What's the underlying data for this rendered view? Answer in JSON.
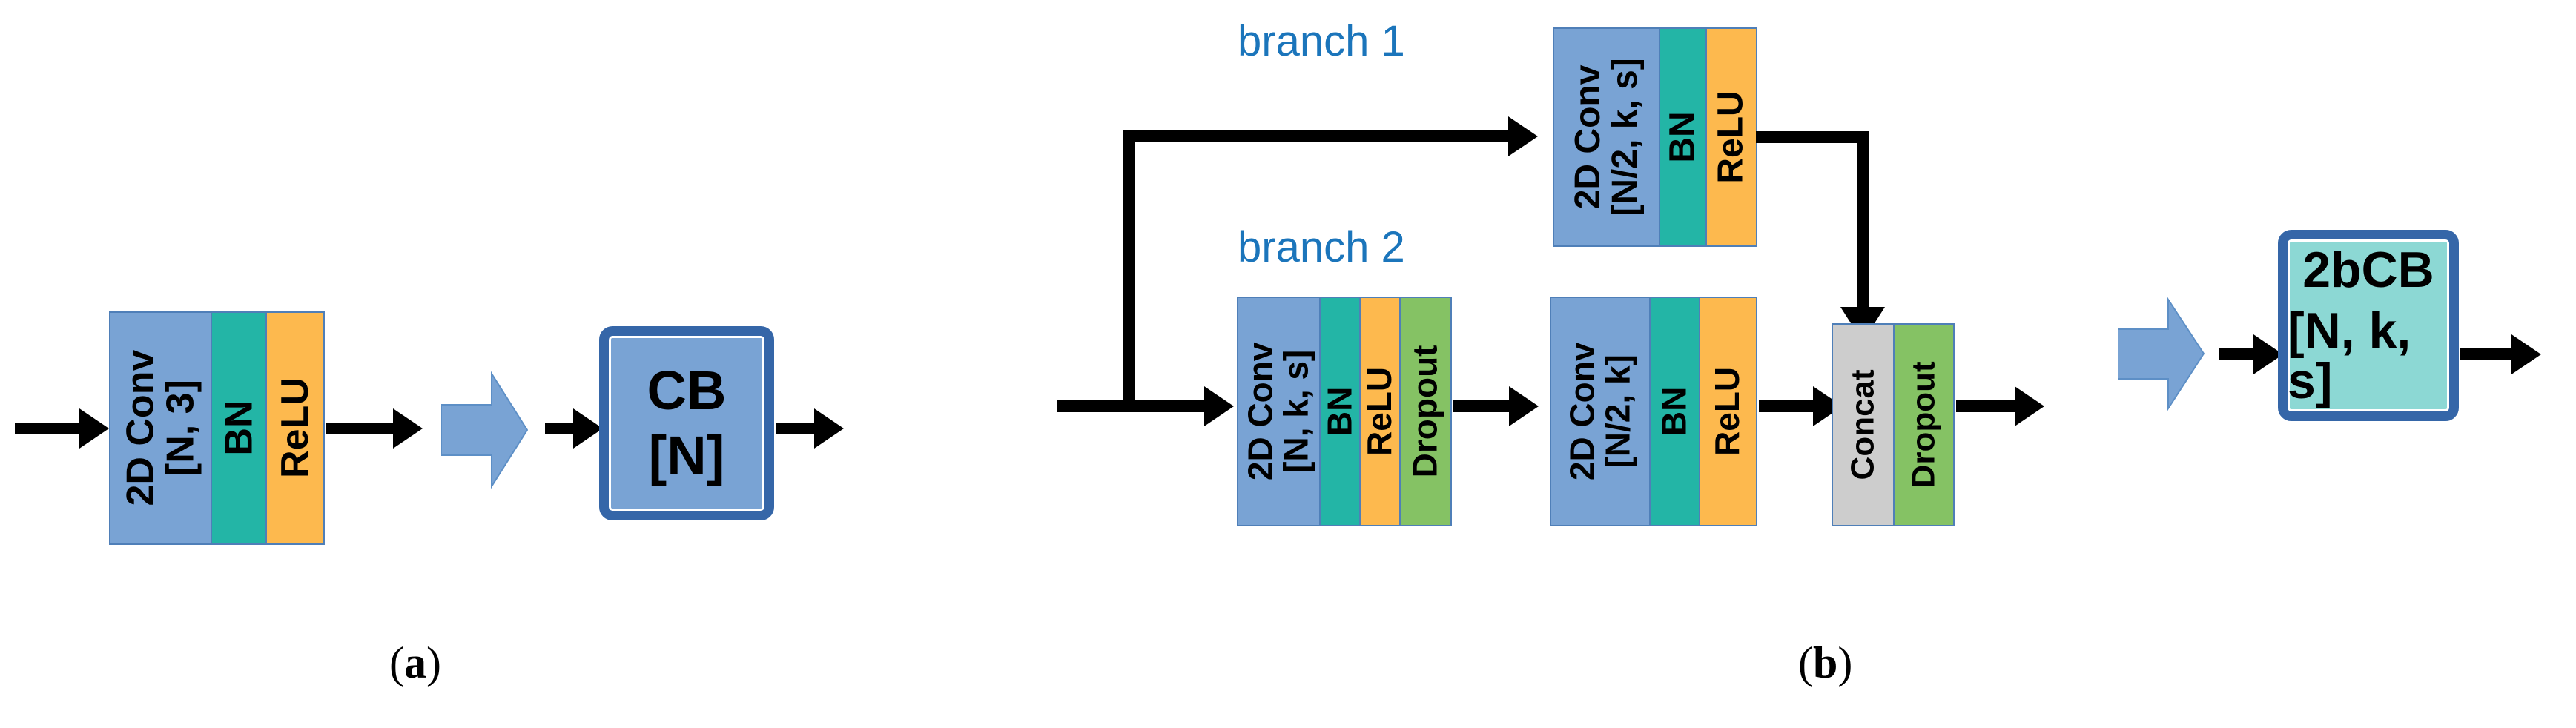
{
  "figure": {
    "panels": [
      {
        "id": "a",
        "caption": "(a)",
        "caption_letter": "a",
        "expanded_block": {
          "name": "conv-block-expanded",
          "layers": [
            {
              "label_top": "2D Conv",
              "label_bottom": "[N, 3]",
              "color": "#79A3D4",
              "role": "conv"
            },
            {
              "label_top": "BN",
              "label_bottom": "",
              "color": "#23B5A6",
              "role": "batchnorm"
            },
            {
              "label_top": "ReLU",
              "label_bottom": "",
              "color": "#FDB94E",
              "role": "activation"
            }
          ]
        },
        "summary_block": {
          "line1": "CB",
          "line2": "[N]",
          "fill": "#79A3D4",
          "border": "#3566A8"
        }
      },
      {
        "id": "b",
        "caption": "(b)",
        "caption_letter": "b",
        "branch_labels": [
          "branch 1",
          "branch 2"
        ],
        "branch1": {
          "blocks": [
            {
              "name": "branch1-conv-block",
              "layers": [
                {
                  "label_top": "2D Conv",
                  "label_bottom": "[N/2, k, s]",
                  "color": "#79A3D4",
                  "role": "conv"
                },
                {
                  "label_top": "BN",
                  "label_bottom": "",
                  "color": "#23B5A6",
                  "role": "batchnorm"
                },
                {
                  "label_top": "ReLU",
                  "label_bottom": "",
                  "color": "#FDB94E",
                  "role": "activation"
                }
              ]
            }
          ]
        },
        "branch2": {
          "blocks": [
            {
              "name": "branch2-conv-block-1",
              "layers": [
                {
                  "label_top": "2D Conv",
                  "label_bottom": "[N, k, s]",
                  "color": "#79A3D4",
                  "role": "conv"
                },
                {
                  "label_top": "BN",
                  "label_bottom": "",
                  "color": "#23B5A6",
                  "role": "batchnorm"
                },
                {
                  "label_top": "ReLU",
                  "label_bottom": "",
                  "color": "#FDB94E",
                  "role": "activation"
                },
                {
                  "label_top": "Dropout",
                  "label_bottom": "",
                  "color": "#85C264",
                  "role": "dropout"
                }
              ]
            },
            {
              "name": "branch2-conv-block-2",
              "layers": [
                {
                  "label_top": "2D Conv",
                  "label_bottom": "[N/2, k]",
                  "color": "#79A3D4",
                  "role": "conv"
                },
                {
                  "label_top": "BN",
                  "label_bottom": "",
                  "color": "#23B5A6",
                  "role": "batchnorm"
                },
                {
                  "label_top": "ReLU",
                  "label_bottom": "",
                  "color": "#FDB94E",
                  "role": "activation"
                }
              ]
            }
          ]
        },
        "merge_block": {
          "name": "concat-dropout-block",
          "layers": [
            {
              "label_top": "Concat",
              "label_bottom": "",
              "color": "#CDCDCD",
              "role": "concat"
            },
            {
              "label_top": "Dropout",
              "label_bottom": "",
              "color": "#85C264",
              "role": "dropout"
            }
          ]
        },
        "summary_block": {
          "line1": "2bCB",
          "line2": "[N, k, s]",
          "fill": "#8CD8D4",
          "border": "#3566A8"
        }
      }
    ],
    "palette": {
      "conv": "#79A3D4",
      "batchnorm": "#23B5A6",
      "activation": "#FDB94E",
      "dropout": "#85C264",
      "concat": "#CDCDCD",
      "box_border": "#3566A8",
      "branch_label": "#1B75BB",
      "arrow": "#000000",
      "block_arrow_fill": "#79A3D4",
      "block_arrow_stroke": "#4F7FB8",
      "summary_cyan": "#8CD8D4",
      "background": "#FFFFFF"
    }
  }
}
